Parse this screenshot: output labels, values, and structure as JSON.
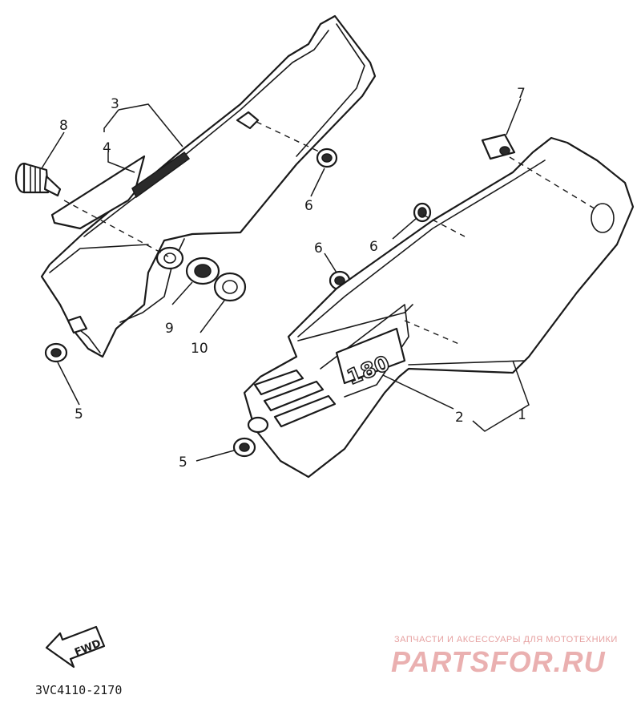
{
  "diagram": {
    "callouts": {
      "c1": "1",
      "c2": "2",
      "c3": "3",
      "c4": "4",
      "c5a": "5",
      "c5b": "5",
      "c6a": "6",
      "c6b": "6",
      "c6c": "6",
      "c7": "7",
      "c8": "8",
      "c9": "9",
      "c10": "10"
    },
    "part_code": "3VC4110-2170",
    "fwd_arrow": "FWD",
    "cover_badge": "180"
  },
  "watermark": {
    "tagline": "ЗАПЧАСТИ И АКСЕССУАРЫ ДЛЯ МОТОТЕХНИКИ",
    "brand": "PARTSFOR.RU"
  },
  "colors": {
    "line": "#1a1a1a",
    "watermark": "#e6a0a0"
  }
}
